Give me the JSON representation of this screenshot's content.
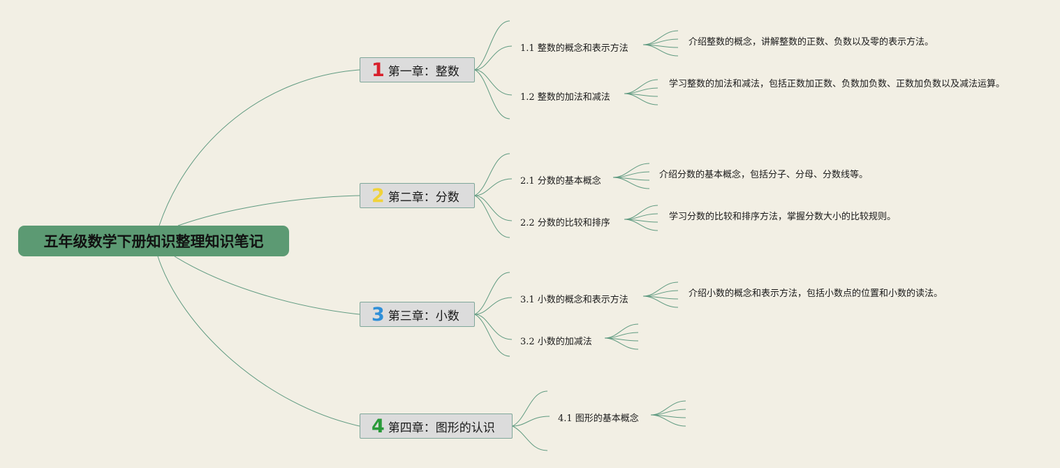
{
  "root": {
    "title": "五年级数学下册知识整理知识笔记"
  },
  "chapters": [
    {
      "num": "1",
      "num_color": "#d8202c",
      "label": "第一章：整数",
      "subs": [
        {
          "label": "1.1 整数的概念和表示方法",
          "desc": "介绍整数的概念，讲解整数的正数、负数以及零的表示方法。"
        },
        {
          "label": "1.2 整数的加法和减法",
          "desc": "学习整数的加法和减法，包括正数加正数、负数加负数、正数加负数以及减法运算。"
        }
      ]
    },
    {
      "num": "2",
      "num_color": "#f0d23a",
      "label": "第二章：分数",
      "subs": [
        {
          "label": "2.1 分数的基本概念",
          "desc": "介绍分数的基本概念，包括分子、分母、分数线等。"
        },
        {
          "label": "2.2 分数的比较和排序",
          "desc": "学习分数的比较和排序方法，掌握分数大小的比较规则。"
        }
      ]
    },
    {
      "num": "3",
      "num_color": "#2f8fd8",
      "label": "第三章：小数",
      "subs": [
        {
          "label": "3.1 小数的概念和表示方法",
          "desc": "介绍小数的概念和表示方法，包括小数点的位置和小数的读法。"
        },
        {
          "label": "3.2 小数的加减法",
          "desc": ""
        }
      ]
    },
    {
      "num": "4",
      "num_color": "#2a9a3a",
      "label": "第四章：图形的认识",
      "subs": [
        {
          "label": "4.1 图形的基本概念",
          "desc": ""
        }
      ]
    }
  ],
  "colors": {
    "line": "#5f9a80",
    "root_bg": "#5c9a73",
    "chapter_bg": "#dcdcdc",
    "background": "#f2efe4"
  }
}
